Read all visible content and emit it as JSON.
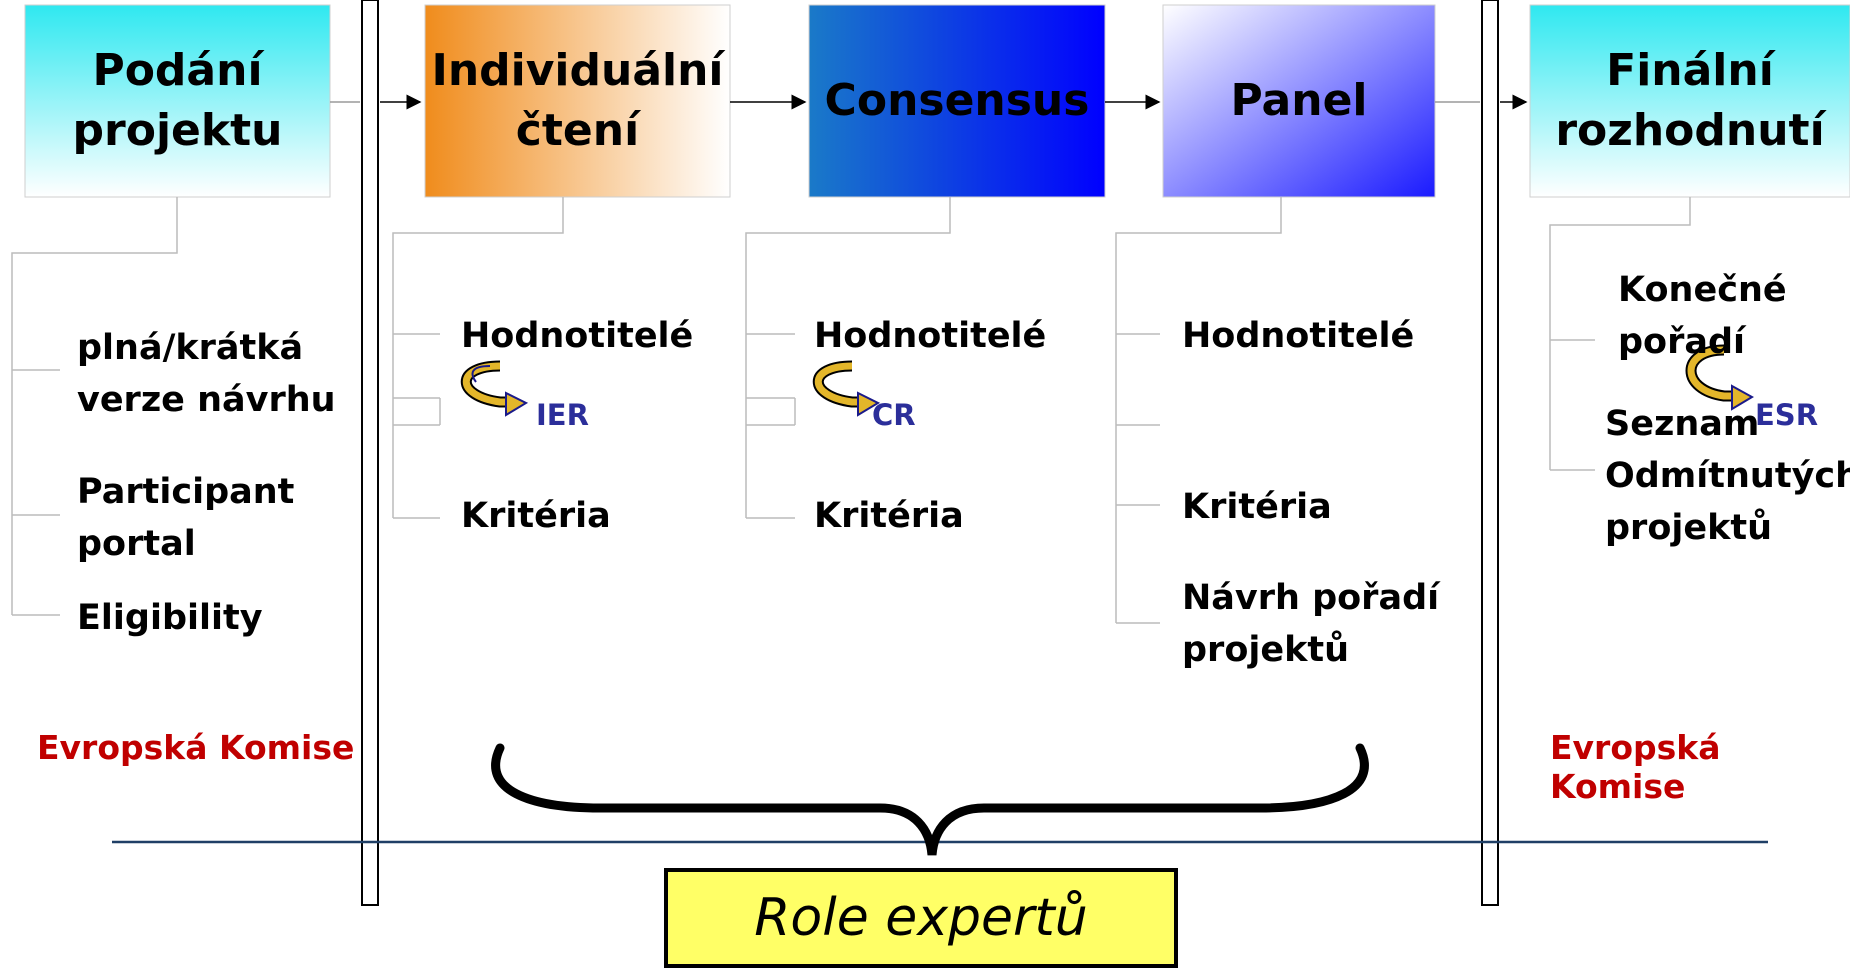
{
  "stages": [
    {
      "id": "podani",
      "label": "Podání\nprojektu"
    },
    {
      "id": "individualni",
      "label": "Individuální\nčtení"
    },
    {
      "id": "consensus",
      "label": "Consensus"
    },
    {
      "id": "panel",
      "label": "Panel"
    },
    {
      "id": "finalni",
      "label": "Finální\nrozhodnutí"
    }
  ],
  "podani_items": [
    "plná/krátká\n verze návrhu",
    "Participant\nportal",
    "Eligibility"
  ],
  "individualni_items": [
    "Hodnotitelé",
    "Kritéria"
  ],
  "individualni_code": "IER",
  "consensus_items": [
    "Hodnotitelé",
    "Kritéria"
  ],
  "consensus_code": "CR",
  "panel_items": [
    "Hodnotitelé",
    "Kritéria",
    "Návrh pořadí\nprojektů"
  ],
  "finalni_items": [
    "Konečné\npořadí",
    "Seznam\nOdmítnutých\nprojektů"
  ],
  "finalni_code": "ESR",
  "ec_left": "Evropská Komise",
  "ec_right": "Evropská Komise",
  "role_label": "Role expertů"
}
